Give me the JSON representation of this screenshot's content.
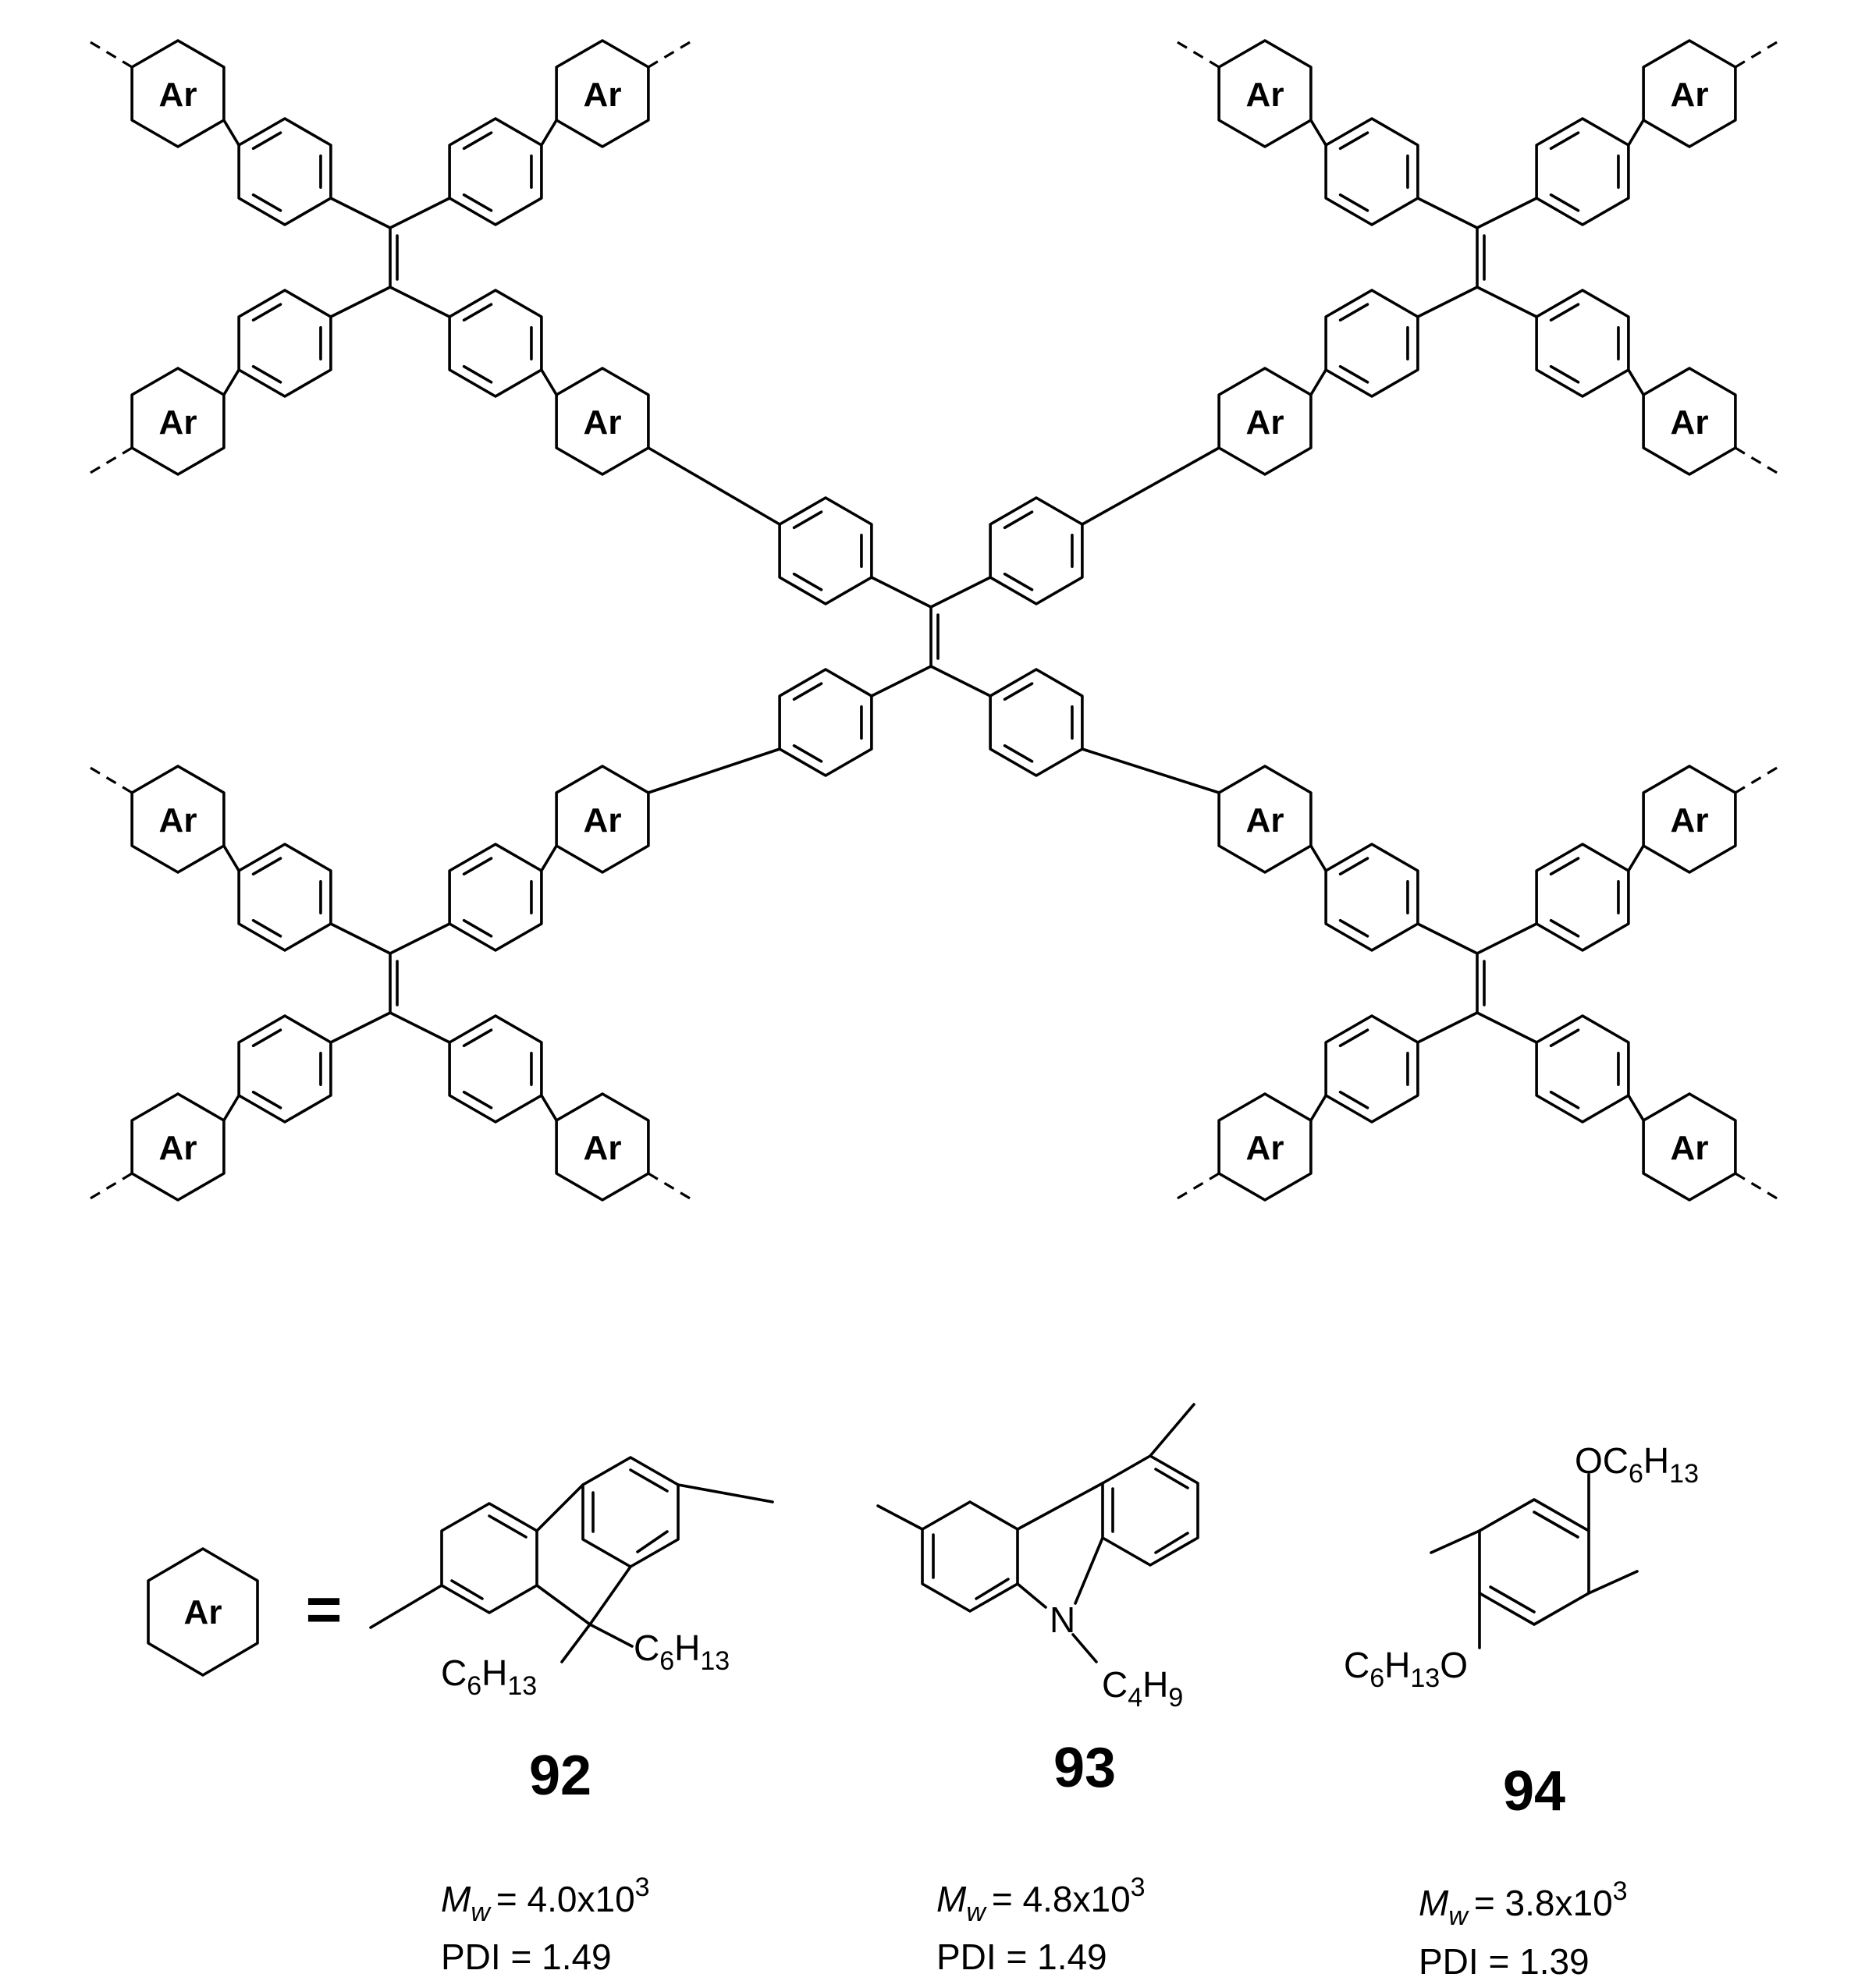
{
  "ar_label": "Ar",
  "equals": "=",
  "polymer_repeat_rings": 16,
  "monomers": [
    {
      "number": "92",
      "substituents": [
        "C6H13",
        "C6H13"
      ],
      "mw_label": "M",
      "mw_sub": "w",
      "mw_value": "= 4.0x10",
      "mw_exp": "3",
      "pdi": "PDI = 1.49"
    },
    {
      "number": "93",
      "substituents": [
        "N",
        "C4H9"
      ],
      "mw_label": "M",
      "mw_sub": "w",
      "mw_value": "= 4.8x10",
      "mw_exp": "3",
      "pdi": "PDI = 1.49"
    },
    {
      "number": "94",
      "substituents": [
        "OC6H13",
        "C6H13O"
      ],
      "mw_label": "M",
      "mw_sub": "w",
      "mw_value": "= 3.8x10",
      "mw_exp": "3",
      "pdi": "PDI = 1.39"
    }
  ]
}
